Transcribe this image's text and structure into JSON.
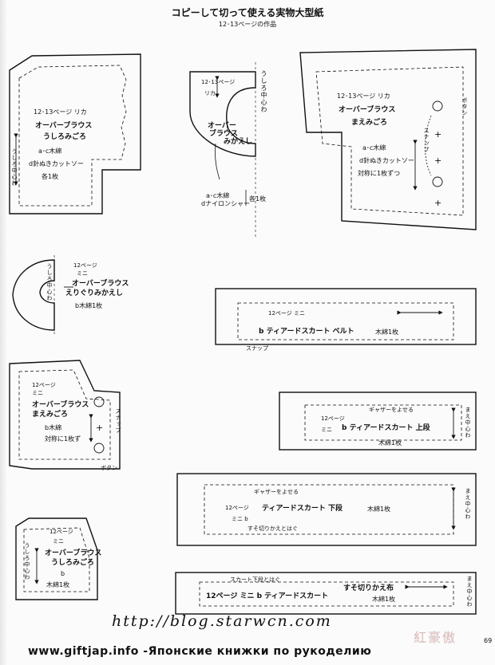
{
  "page": {
    "title": "コピーして切って使える実物大型紙",
    "subtitle": "12･13ページの作品",
    "blog_url": "http://blog.starwcn.com",
    "footer": "www.giftjap.info -Японские книжки по рукоделию",
    "page_number": "69",
    "stamp": "紅豪傲"
  },
  "pieces": {
    "back_bodice_large": {
      "page_ref": "12･13ページ リカ",
      "name_1": "オーバーブラウス",
      "name_2": "うしろみごろ",
      "fabric_1": "a･c木綿",
      "fabric_2": "d針ぬきカットソー",
      "qty": "各1枚",
      "fold": "うしろ中心わ"
    },
    "facing_back": {
      "page_ref": "12･13ページ",
      "doll": "リカ",
      "name_1": "オーバー",
      "name_2": "ブラウス",
      "name_3": "みかえし",
      "fold": "うしろ中心わ",
      "fabric_1": "a･c木綿",
      "fabric_2": "dナイロンシャー",
      "qty": "各1枚"
    },
    "front_bodice_large": {
      "page_ref": "12･13ページ リカ",
      "name_1": "オーバーブラウス",
      "name_2": "まえみごろ",
      "fabric_1": "a･c木綿",
      "fabric_2": "d針ぬきカットソー",
      "qty": "対称に1枚ずつ",
      "button": "ボタン",
      "snap": "スナップ"
    },
    "collar_facing": {
      "page_ref": "12ページ",
      "doll": "ミニ",
      "name_1": "オーバーブラウス",
      "name_2": "えりぐりみかえし",
      "fabric": "b木綿1枚",
      "fold": "うしろ中心わ"
    },
    "belt": {
      "page_ref": "12ページ ミニ",
      "label": "b ティアードスカート ベルト",
      "fabric": "木綿1枚",
      "snap": "スナップ"
    },
    "front_bodice_small": {
      "page_ref": "12ページ",
      "doll": "ミニ",
      "name_1": "オーバーブラウス",
      "name_2": "まえみごろ",
      "fabric": "b木綿",
      "qty": "対称に1枚ず",
      "snap": "スナップ",
      "button": "ボタン"
    },
    "skirt_upper": {
      "gather": "ギャザーをよせる",
      "page_ref": "12ページ",
      "doll": "ミニ",
      "label": "b ティアードスカート 上段",
      "fabric": "木綿1枚",
      "fold": "まえ中心わ"
    },
    "skirt_lower": {
      "gather": "ギャザーをよせる",
      "page_ref": "12ページ",
      "label": "ティアードスカート 下段",
      "fabric": "木綿1枚",
      "doll": "ミニ b",
      "note": "すそ切りかえとはぐ",
      "fold": "まえ中心わ"
    },
    "back_bodice_small": {
      "page_ref": "12ページ",
      "doll": "ミニ",
      "name_1": "オーバーブラウス",
      "name_2": "うしろみごろ",
      "mark": "b",
      "fabric": "木綿1枚",
      "fold": "うしろ中心わ"
    },
    "hem_band": {
      "note": "スカート下段とはぐ",
      "label": "12ページ ミニ b ティアードスカート",
      "name": "すそ切りかえ布",
      "fabric": "木綿1枚",
      "fold": "まえ中心わ"
    }
  }
}
